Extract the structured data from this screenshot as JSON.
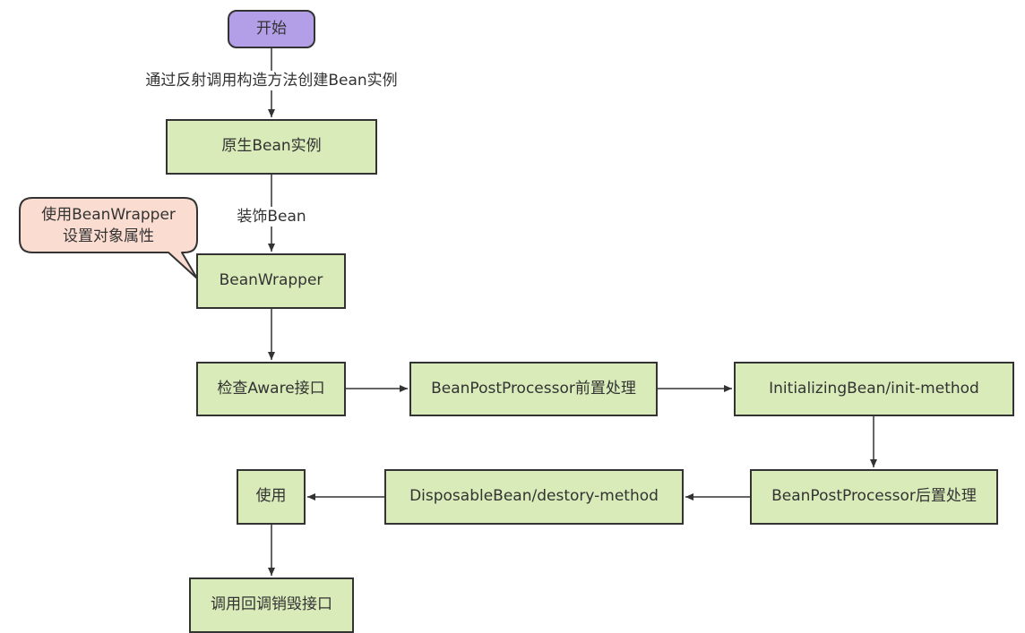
{
  "colors": {
    "process_fill": "#d9ebb9",
    "start_fill": "#b39ee8",
    "callout_fill": "#fadcd0",
    "stroke": "#333333"
  },
  "nodes": {
    "start": "开始",
    "raw_bean": "原生Bean实例",
    "bean_wrapper": "BeanWrapper",
    "check_aware": "检查Aware接口",
    "bpp_before": "BeanPostProcessor前置处理",
    "initializing": "InitializingBean/init-method",
    "bpp_after": "BeanPostProcessor后置处理",
    "disposable": "DisposableBean/destory-method",
    "use": "使用",
    "destroy_callback": "调用回调销毁接口"
  },
  "edge_labels": {
    "start_to_raw": "通过反射调用构造方法创建Bean实例",
    "raw_to_wrapper": "装饰Bean"
  },
  "callout": {
    "line1": "使用BeanWrapper",
    "line2": "设置对象属性"
  }
}
